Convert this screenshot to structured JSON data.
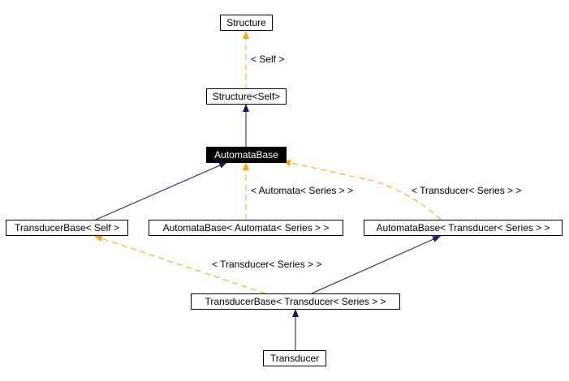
{
  "colors": {
    "inheritance_edge": "#191970",
    "template_edge": "#ffa500",
    "active_node_bg": "#000000",
    "active_node_text": "#ffffff"
  },
  "nodes": {
    "structure": "Structure",
    "structure_self": "Structure<Self>",
    "automata_base": "AutomataBase",
    "transducer_base_self": "TransducerBase< Self >",
    "automata_base_automata": "AutomataBase< Automata< Series > >",
    "automata_base_transducer": "AutomataBase< Transducer< Series > >",
    "transducer_base_transducer": "TransducerBase< Transducer< Series > >",
    "transducer": "Transducer"
  },
  "edge_labels": {
    "self": "< Self >",
    "automata_series": "< Automata< Series > >",
    "transducer_series_right": "< Transducer< Series > >",
    "transducer_series_left": "< Transducer< Series > >"
  }
}
